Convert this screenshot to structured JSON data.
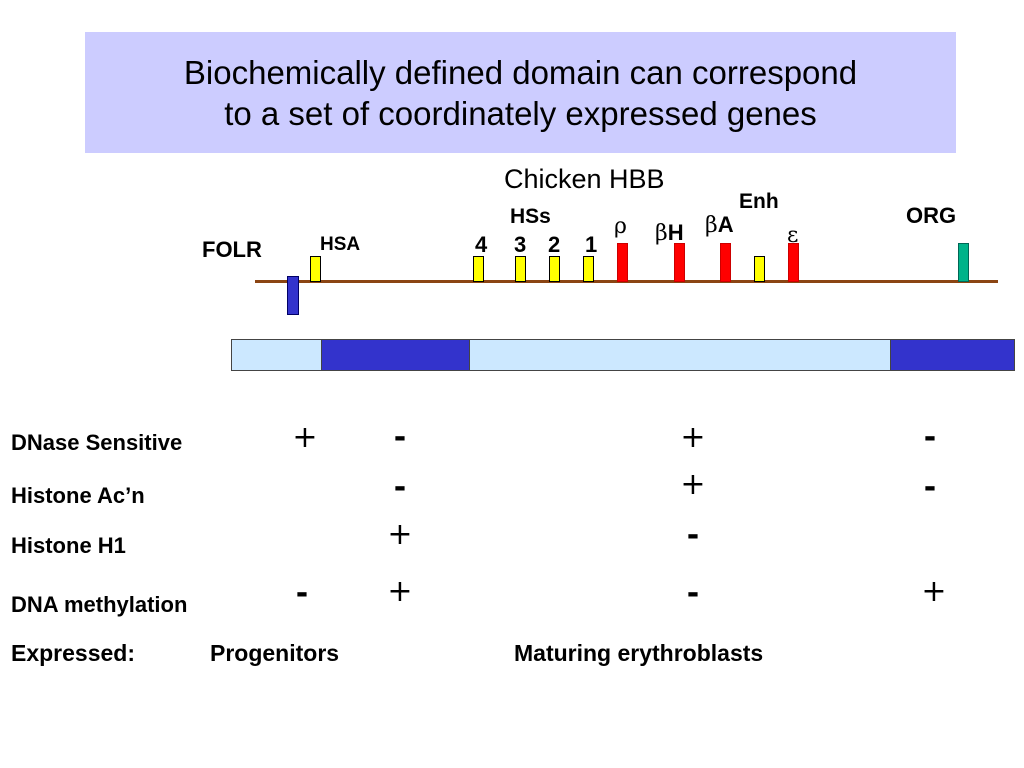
{
  "title": "Biochemically defined domain can correspond to a set of coordinately expressed genes",
  "title_line1": "Biochemically defined domain can correspond",
  "title_line2": "to a set of coordinately expressed genes",
  "subtitle": "Chicken HBB",
  "labels": {
    "folr": "FOLR",
    "hsa": "HSA",
    "hss": "HSs",
    "hs4": "4",
    "hs3": "3",
    "hs2": "2",
    "hs1": "1",
    "rho": "ρ",
    "beta_h_sym": "β",
    "beta_h": "H",
    "beta_a_sym": "β",
    "beta_a": "A",
    "enh": "Enh",
    "epsilon": "ε",
    "org": "ORG"
  },
  "colors": {
    "title_bg": "#ccccff",
    "chromosome_line": "#8b4513",
    "hs_yellow": "#ffff00",
    "globin_red": "#ff0000",
    "folr_blue": "#3333cc",
    "org_teal": "#00b38a",
    "domain_light": "#cce8ff",
    "domain_dark": "#3333cc"
  },
  "rows": [
    {
      "label": "DNase Sensitive",
      "marks": [
        "+",
        "-",
        "+",
        "-"
      ]
    },
    {
      "label": "Histone  Ac’n",
      "marks": [
        "",
        "-",
        "+",
        "-"
      ]
    },
    {
      "label": "Histone H1",
      "marks": [
        "",
        "+",
        "-",
        ""
      ]
    },
    {
      "label": "DNA methylation",
      "marks": [
        "-",
        "+",
        "-",
        "+"
      ]
    }
  ],
  "expressed": {
    "label": "Expressed:",
    "progenitors": "Progenitors",
    "maturing": "Maturing erythroblasts"
  }
}
